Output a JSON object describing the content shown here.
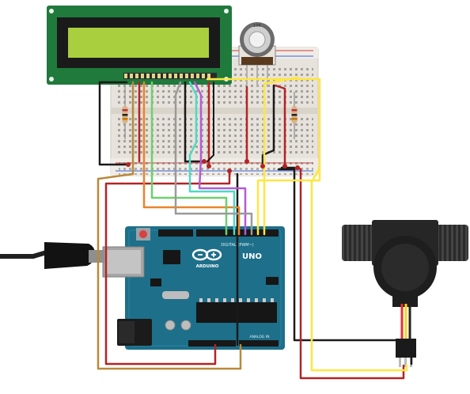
{
  "pot": {
    "label": "10K"
  },
  "arduino": {
    "digital_label": "DIGITAL (PWM~)",
    "logo_text": "ARDUINO",
    "model_text": "UNO",
    "analog_label": "ANALOG IN"
  },
  "colors": {
    "lcd_board": "#1f7a3c",
    "lcd_screen": "#a9cf3f",
    "arduino_board": "#1d6f8a",
    "breadboard": "#e7e3dc",
    "sensor_body": "#1e1e1e",
    "wire_black": "#1a1a1a",
    "wire_red": "#b32424",
    "wire_yellow": "#ffe640",
    "wire_orange": "#e8842a",
    "wire_green": "#6dd06d",
    "wire_teal": "#4fd8c4",
    "wire_purple": "#b35bd1",
    "wire_gray": "#9a9a9a",
    "wire_brown": "#b88a3a"
  }
}
